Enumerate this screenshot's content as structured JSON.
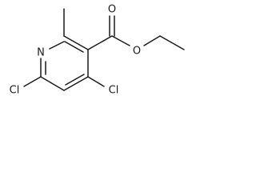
{
  "molecule": {
    "atoms": {
      "N": "N",
      "O_carbonyl": "O",
      "O_ester": "O",
      "Cl_left": "Cl",
      "Cl_right": "Cl"
    }
  }
}
